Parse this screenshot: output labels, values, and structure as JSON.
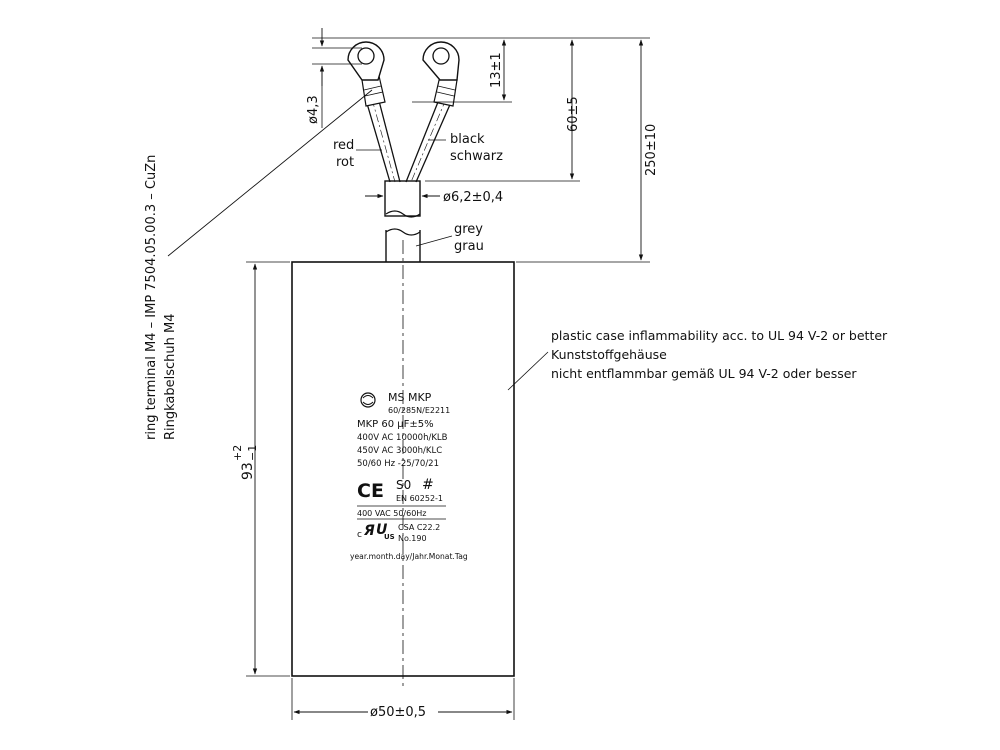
{
  "wires": {
    "red_en": "red",
    "red_de": "rot",
    "black_en": "black",
    "black_de": "schwarz",
    "grey_en": "grey",
    "grey_de": "grau"
  },
  "terminal": {
    "line1": "ring terminal M4  –  IMP  7504.05.00.3  –  CuZn",
    "line2": "Ringkabelschuh M4"
  },
  "dimensions": {
    "hole_dia": "ø4,3",
    "eye_height": "13±1",
    "wire_length": "60±5",
    "total_length": "250±10",
    "sleeve_dia": "ø6,2±0,4",
    "case_height_base": "93",
    "case_height_upper": "+2",
    "case_height_lower": "−1",
    "case_dia": "ø50±0,5"
  },
  "case_note": {
    "line1": "plastic case inflammability acc. to UL 94 V-2 or better",
    "line2": "Kunststoffgehäuse",
    "line3": "nicht entflammbar gemäß UL 94 V-2 oder besser"
  },
  "label": {
    "brand": "MS MKP",
    "code": "60/285N/E2211",
    "capacitance": "MKP  60  µF±5%",
    "rating1": "400V AC 10000h/KLB",
    "rating2": "450V AC 3000h/KLC",
    "climate": "50/60 Hz -25/70/21",
    "ce_mark": "CE",
    "s_mark": "S0",
    "hash_mark": "#",
    "standard": "EN 60252-1",
    "vac": "400  VAC    50/60Hz",
    "ur_mark": "c",
    "ur_us": "US",
    "csa": "CSA C22.2",
    "csa_no": "No.190",
    "date": "year.month.day/Jahr.Monat.Tag"
  }
}
